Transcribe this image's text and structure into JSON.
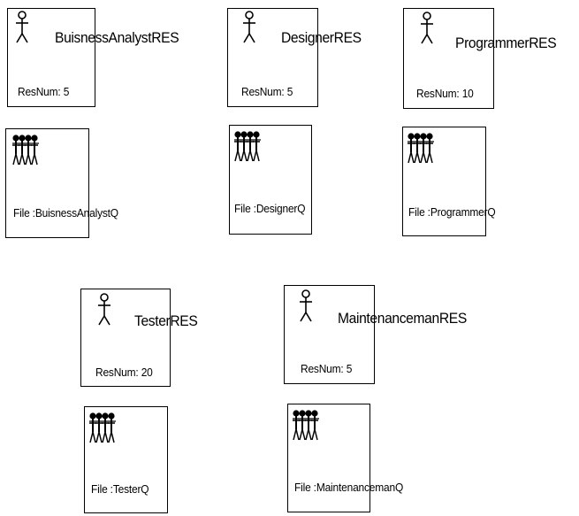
{
  "resources": [
    {
      "id": "ba",
      "name": "BuisnessAnalystRES",
      "label": "ResNum: 5"
    },
    {
      "id": "des",
      "name": "DesignerRES",
      "label": "ResNum: 5"
    },
    {
      "id": "prog",
      "name": "ProgrammerRES",
      "label": "ResNum: 10"
    },
    {
      "id": "test",
      "name": "TesterRES",
      "label": "ResNum: 20"
    },
    {
      "id": "mnt",
      "name": "MaintenancemanRES",
      "label": "ResNum: 5"
    }
  ],
  "queues": [
    {
      "id": "ba",
      "label": "File :BuisnessAnalystQ"
    },
    {
      "id": "des",
      "label": "File :DesignerQ"
    },
    {
      "id": "prog",
      "label": "File :ProgrammerQ"
    },
    {
      "id": "test",
      "label": "File :TesterQ"
    },
    {
      "id": "mnt",
      "label": "File :MaintenancemanQ"
    }
  ],
  "icons": {
    "resource": "stick-figure-icon",
    "queue": "queue-people-icon"
  }
}
